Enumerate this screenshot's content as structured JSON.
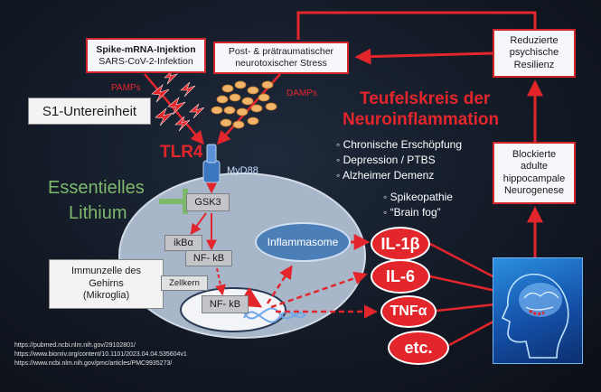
{
  "colors": {
    "accent_red": "#e3262c",
    "lithium_green": "#7db86b",
    "cell_fill": "#a7b6c8",
    "inflammasome_blue": "#4c7fb8",
    "background": "#131a26"
  },
  "icons": [
    "pamps-lightning-icon",
    "damps-particles-icon",
    "tlr4-receptor-icon",
    "dna-helix-icon",
    "brain-head-icon"
  ],
  "boxes": {
    "spike": {
      "title": "Spike-mRNA-Injektion",
      "subtitle": "SARS-CoV-2-Infektion"
    },
    "stress": {
      "line1": "Post- & prätraumatischer",
      "line2": "neurotoxischer Stress"
    },
    "resilienz": {
      "line1": "Reduzierte",
      "line2": "psychische",
      "line3": "Resilienz"
    },
    "neurogenese": {
      "line1": "Blockierte",
      "line2": "adulte",
      "line3": "hippocampale",
      "line4": "Neurogenese"
    },
    "s1": "S1-Untereinheit",
    "immunzelle": {
      "line1": "Immunzelle des",
      "line2": "Gehirns",
      "line3": "(Mikroglia)"
    }
  },
  "labels": {
    "pamps": "PAMPs",
    "damps": "DAMPs",
    "tlr4": "TLR4",
    "myd88": "MyD88",
    "essentielles": "Essentielles",
    "lithium": "Lithium"
  },
  "title": {
    "line1": "Teufelskreis der",
    "line2": "Neuroinflammation"
  },
  "symptoms": [
    "Chronische Erschöpfung",
    "Depression / PTBS",
    "Alzheimer Demenz"
  ],
  "symptoms2": [
    "Spikeopathie",
    "“Brain fog”"
  ],
  "nodes": {
    "gsk3": "GSK3",
    "ikba": "ikBα",
    "nfkb1": "NF- kB",
    "zellkern": "Zellkern",
    "nfkb2": "NF- kB",
    "inflammasome": "Inflammasome"
  },
  "cytokines": {
    "il1b": "IL-1β",
    "il6": "IL-6",
    "tnfa": "TNFα",
    "etc": "etc."
  },
  "references": [
    "https://pubmed.ncbi.nlm.nih.gov/29102801/",
    "https://www.biorxiv.org/content/10.1101/2023.04.04.535604v1",
    "https://www.ncbi.nlm.nih.gov/pmc/articles/PMC9935273/"
  ]
}
